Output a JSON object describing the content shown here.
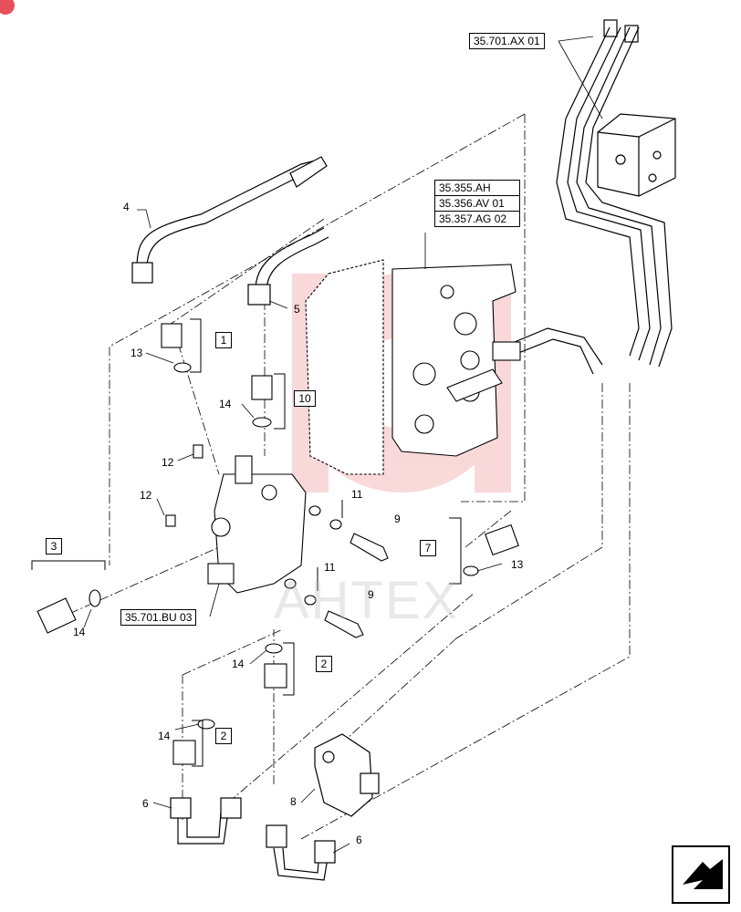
{
  "references": {
    "ax01": "35.701.AX 01",
    "ah": "35.355.AH",
    "av01": "35.356.AV 01",
    "ag02": "35.357.AG 02",
    "bu03": "35.701.BU 03"
  },
  "boxed_items": {
    "b1": "1",
    "b10": "10",
    "b3": "3",
    "b7": "7",
    "b2a": "2",
    "b2b": "2"
  },
  "callouts": {
    "c4": "4",
    "c5": "5",
    "c13a": "13",
    "c14a": "14",
    "c12a": "12",
    "c12b": "12",
    "c11a": "11",
    "c9a": "9",
    "c13b": "13",
    "c11b": "11",
    "c9b": "9",
    "c14b": "14",
    "c14c": "14",
    "c14d": "14",
    "c6a": "6",
    "c8": "8",
    "c6b": "6"
  },
  "watermark": {
    "text": "АНТЕХ",
    "color": "#e8505b"
  },
  "icons": {
    "nav": "arrow-icon"
  }
}
